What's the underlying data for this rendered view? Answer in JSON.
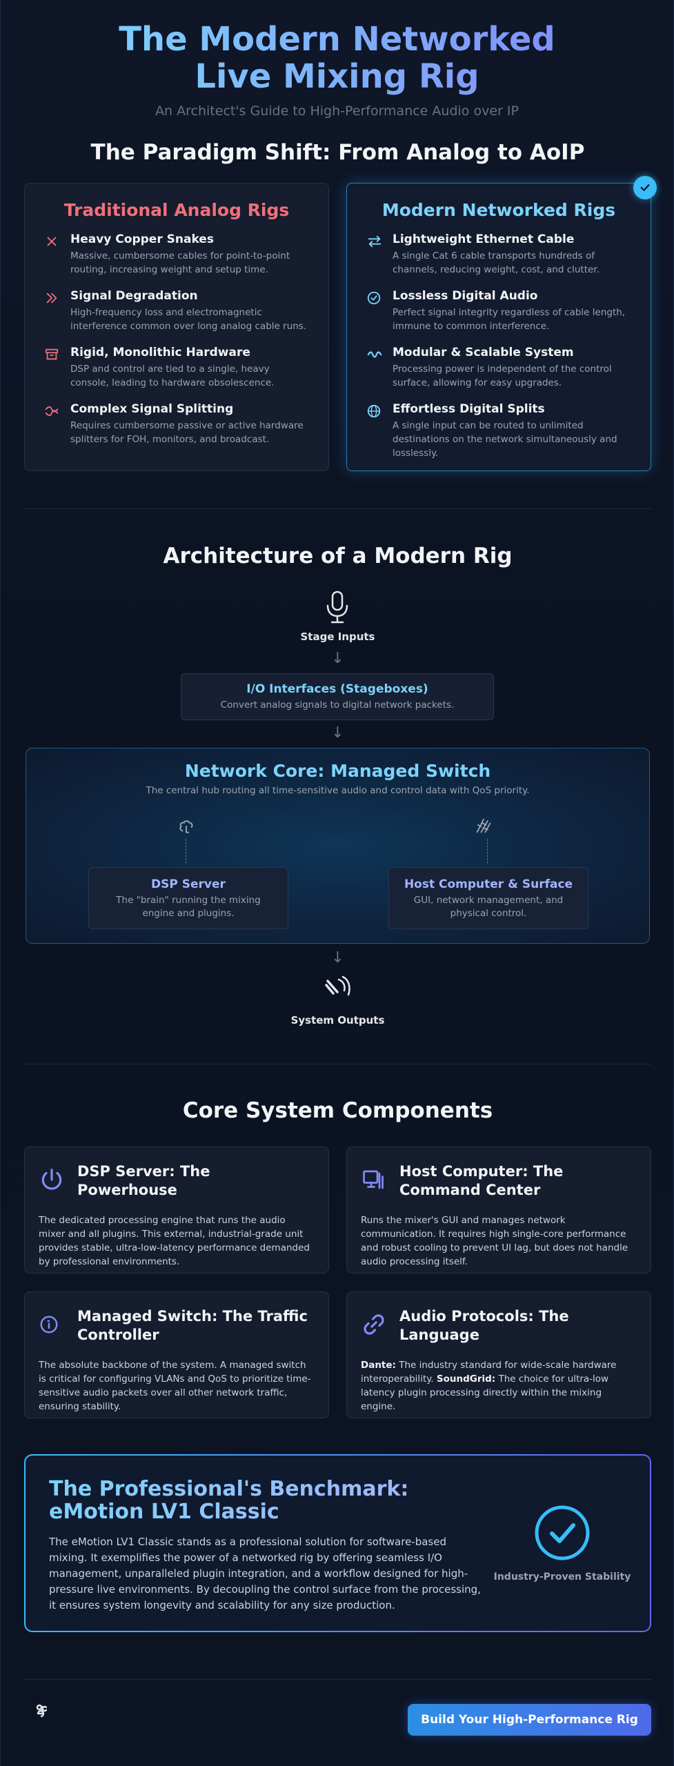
{
  "hero": {
    "title": "The Modern Networked Live Mixing Rig",
    "subtitle": "An Architect's Guide to High-Performance Audio over IP"
  },
  "paradigm": {
    "title": "The Paradigm Shift: From Analog to AoIP",
    "left": {
      "title": "Traditional Analog Rigs",
      "items": [
        {
          "icon": "x-icon",
          "title": "Heavy Copper Snakes",
          "desc": "Massive, cumbersome cables for point-to-point routing, increasing weight and setup time."
        },
        {
          "icon": "double-chevron-icon",
          "title": "Signal Degradation",
          "desc": "High-frequency loss and electromagnetic interference common over long analog cable runs."
        },
        {
          "icon": "archive-box-icon",
          "title": "Rigid, Monolithic Hardware",
          "desc": "DSP and control are tied to a single, heavy console, leading to hardware obsolescence."
        },
        {
          "icon": "split-icon",
          "title": "Complex Signal Splitting",
          "desc": "Requires cumbersome passive or active hardware splitters for FOH, monitors, and broadcast."
        }
      ]
    },
    "right": {
      "title": "Modern Networked Rigs",
      "items": [
        {
          "icon": "swap-arrows-icon",
          "title": "Lightweight Ethernet Cable",
          "desc": "A single Cat 6 cable transports hundreds of channels, reducing weight, cost, and clutter."
        },
        {
          "icon": "check-circle-icon",
          "title": "Lossless Digital Audio",
          "desc": "Perfect signal integrity regardless of cable length, immune to common interference."
        },
        {
          "icon": "modular-wave-icon",
          "title": "Modular & Scalable System",
          "desc": "Processing power is independent of the control surface, allowing for easy upgrades."
        },
        {
          "icon": "globe-icon",
          "title": "Effortless Digital Splits",
          "desc": "A single input can be routed to unlimited destinations on the network simultaneously and losslessly."
        }
      ]
    }
  },
  "architecture": {
    "title": "Architecture of a Modern Rig",
    "stage_inputs": "Stage Inputs",
    "io": {
      "title": "I/O Interfaces (Stageboxes)",
      "desc": "Convert analog signals to digital network packets."
    },
    "core": {
      "title": "Network Core: Managed Switch",
      "desc": "The central hub routing all time-sensitive audio and control data with QoS priority."
    },
    "dsp": {
      "title": "DSP Server",
      "desc": "The \"brain\" running the mixing engine and plugins."
    },
    "host": {
      "title": "Host Computer & Surface",
      "desc": "GUI, network management, and physical control."
    },
    "outputs": "System Outputs"
  },
  "components": {
    "title": "Core System Components",
    "dsp": {
      "title": "DSP Server: The Powerhouse",
      "desc": "The dedicated processing engine that runs the audio mixer and all plugins. This external, industrial-grade unit provides stable, ultra-low-latency performance demanded by professional environments."
    },
    "host": {
      "title": "Host Computer: The Command Center",
      "desc": "Runs the mixer's GUI and manages network communication. It requires high single-core performance and robust cooling to prevent UI lag, but does not handle audio processing itself."
    },
    "switch": {
      "title": "Managed Switch: The Traffic Controller",
      "desc": "The absolute backbone of the system. A managed switch is critical for configuring VLANs and QoS to prioritize time-sensitive audio packets over all other network traffic, ensuring stability."
    },
    "protocols": {
      "title": "Audio Protocols: The Language",
      "dante_label": "Dante:",
      "dante_desc": " The industry standard for wide-scale hardware interoperability.",
      "soundgrid_label": "SoundGrid:",
      "soundgrid_desc": " The choice for ultra-low latency plugin processing directly within the mixing engine."
    }
  },
  "benchmark": {
    "title": "The Professional's Benchmark: eMotion LV1 Classic",
    "desc": "The eMotion LV1 Classic stands as a professional solution for software-based mixing. It exemplifies the power of a networked rig by offering seamless I/O management, unparalleled plugin integration, and a workflow designed for high-pressure live environments. By decoupling the control surface from the processing, it ensures system longevity and scalability for any size production.",
    "seal_label": "Industry-Proven Stability"
  },
  "footer": {
    "cta": "Build Your High-Performance Rig"
  },
  "colors": {
    "accent_blue": "#38bdf8",
    "accent_indigo": "#6366f1",
    "analog_red": "#f0707a",
    "background": "#0d1424"
  }
}
